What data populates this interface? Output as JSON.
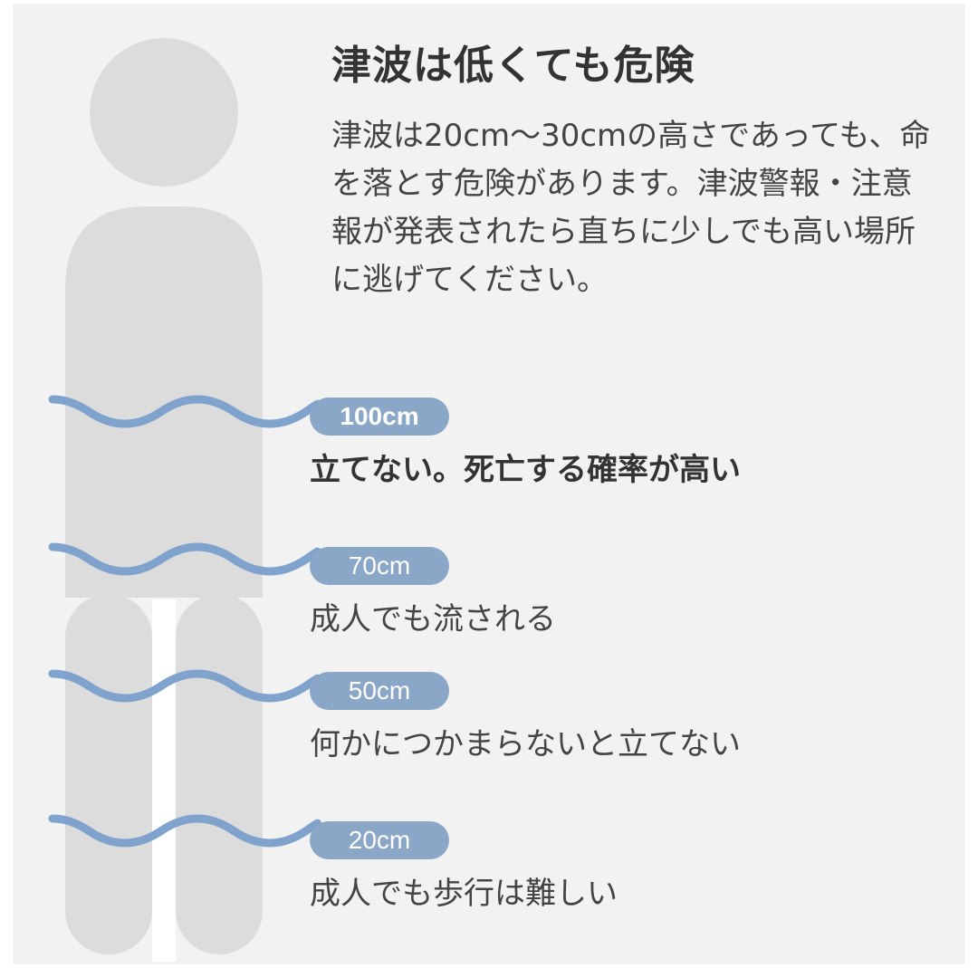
{
  "title": "津波は低くても危険",
  "description": "津波は20cm〜30cmの高さであっても、命を落とす危険があります。津波警報・注意報が発表されたら直ちに少しでも高い場所に逃げてください。",
  "levels": [
    {
      "height": "100cm",
      "text": "立てない。死亡する確率が高い"
    },
    {
      "height": "70cm",
      "text": "成人でも流される"
    },
    {
      "height": "50cm",
      "text": "何かにつかまらないと立てない"
    },
    {
      "height": "20cm",
      "text": "成人でも歩行は難しい"
    }
  ],
  "colors": {
    "background": "#f2f2f2",
    "figure": "#dcdcdc",
    "wave": "#7fa3cc",
    "badge": "#8aa7c8",
    "text": "#444444"
  },
  "icons": [
    "person-silhouette-icon",
    "wave-icon"
  ]
}
